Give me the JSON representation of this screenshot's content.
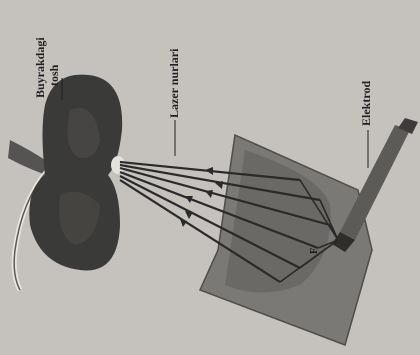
{
  "labels": {
    "stone_line1": "Buyrakdagi",
    "stone_line2": "tosh",
    "laser": "Lazer nurlari",
    "electrode": "Elektrod",
    "focus_mark": "F"
  },
  "colors": {
    "background": "#c9c7c2",
    "kidney": "#3a3a38",
    "reflector": "#6e6d6a",
    "beam": "#2a2a2a",
    "ink": "#1f1f1f"
  }
}
